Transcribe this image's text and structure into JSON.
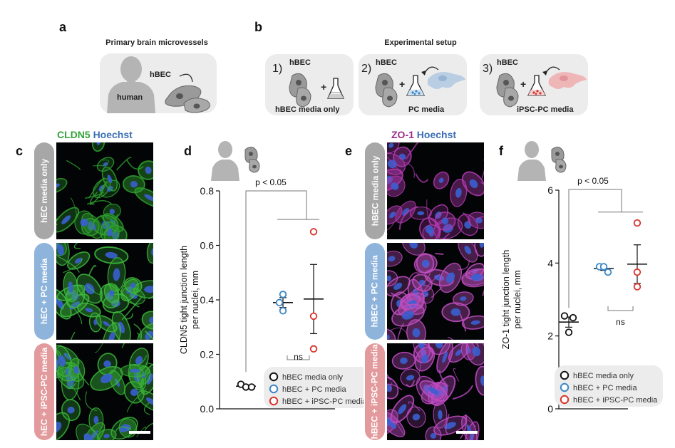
{
  "panel_a": {
    "letter": "a",
    "title": "Primary brain microvessels",
    "human_label": "human",
    "cell_label": "hBEC"
  },
  "panel_b": {
    "letter": "b",
    "title": "Experimental setup",
    "steps": [
      {
        "num": "1)",
        "cell_label": "hBEC",
        "caption": "hBEC media only"
      },
      {
        "num": "2)",
        "cell_label": "hBEC",
        "caption": "PC media"
      },
      {
        "num": "3)",
        "cell_label": "hBEC",
        "caption": "iPSC-PC media"
      }
    ],
    "plus": "+"
  },
  "panel_c": {
    "letter": "c",
    "title_marker": "CLDN5",
    "title_stain": "Hoechst",
    "rows": [
      "hEC media only",
      "hEC + PC media",
      "hEC + iPSC-PC media"
    ]
  },
  "panel_e": {
    "letter": "e",
    "title_marker": "ZO-1",
    "title_stain": "Hoechst",
    "rows": [
      "hBEC media only",
      "hBEC + PC media",
      "hBEC + iPSC-PC media"
    ]
  },
  "colors": {
    "cldn5_green": "#33a33a",
    "zo1_magenta": "#9b2a8a",
    "hoechst_blue": "#3a6fb5",
    "tab_gray": "#a7a7a7",
    "tab_blue": "#8fb4dc",
    "tab_pink": "#e39a9c",
    "series_black": "#111111",
    "series_blue": "#3b86c6",
    "series_red": "#d9342b"
  },
  "chart_data": [
    {
      "panel": "d",
      "type": "scatter",
      "ylabel": "CLDN5 tight junction length\nper nuclei, mm",
      "ylim": [
        0,
        0.8
      ],
      "yticks": [
        "0.0",
        "0.2",
        "0.4",
        "0.6",
        "0.8"
      ],
      "significance": "p < 0.05",
      "ns_label": "ns",
      "legend": [
        "hBEC media only",
        "hBEC + PC media",
        "hBEC + iPSC-PC media"
      ],
      "series": [
        {
          "name": "hBEC media only",
          "values": [
            0.09,
            0.08,
            0.08
          ],
          "mean": 0.083,
          "sem": 0.004
        },
        {
          "name": "hBEC + PC media",
          "values": [
            0.42,
            0.39,
            0.36
          ],
          "mean": 0.39,
          "sem": 0.018
        },
        {
          "name": "hBEC + iPSC-PC media",
          "values": [
            0.65,
            0.34,
            0.22
          ],
          "mean": 0.403,
          "sem": 0.127
        }
      ]
    },
    {
      "panel": "f",
      "type": "scatter",
      "ylabel": "ZO-1 tight junction length\nper nuclei, mm",
      "ylim": [
        0,
        6
      ],
      "yticks": [
        "0",
        "2",
        "4",
        "6"
      ],
      "significance": "p < 0.05",
      "ns_label": "ns",
      "legend": [
        "hBEC media only",
        "hBEC + PC media",
        "hBEC + iPSC-PC media"
      ],
      "series": [
        {
          "name": "hBEC media only",
          "values": [
            2.55,
            2.5,
            2.1
          ],
          "mean": 2.38,
          "sem": 0.14
        },
        {
          "name": "hBEC + PC media",
          "values": [
            3.9,
            3.9,
            3.75
          ],
          "mean": 3.85,
          "sem": 0.05
        },
        {
          "name": "hBEC + iPSC-PC media",
          "values": [
            5.1,
            3.75,
            3.35
          ],
          "mean": 3.97,
          "sem": 0.53
        }
      ]
    }
  ]
}
